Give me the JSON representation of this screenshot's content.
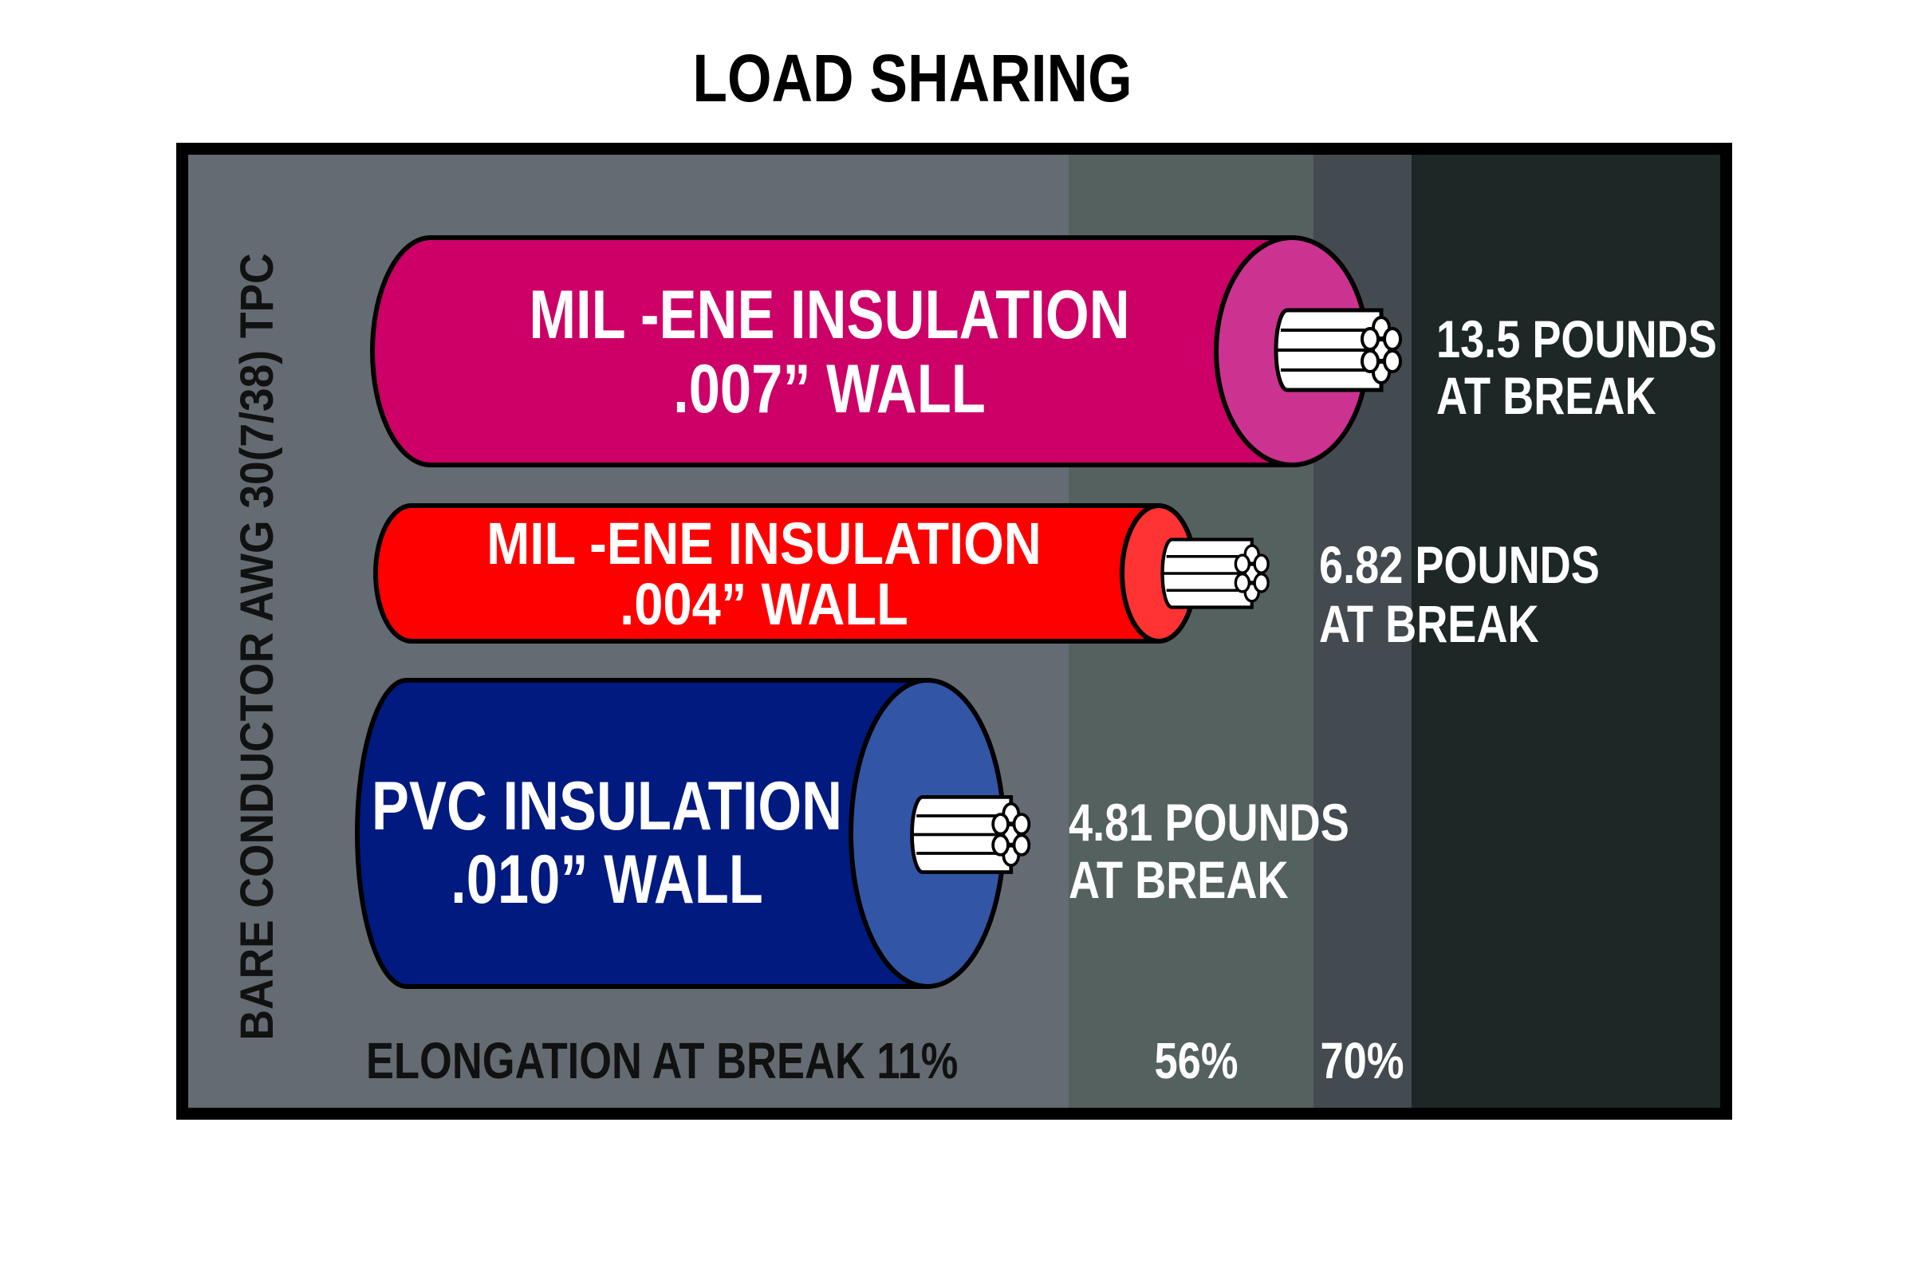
{
  "title": "LOAD SHARING",
  "side_label": "BARE CONDUCTOR AWG 30(7/38) TPC",
  "cables": [
    {
      "line1": "MIL -ENE INSULATION",
      "line2": ".007” WALL",
      "load_line1": "13.5 POUNDS",
      "load_line2": "AT BREAK",
      "body_color": "#cc0066",
      "end_color": "#cc3390"
    },
    {
      "line1": "MIL -ENE INSULATION",
      "line2": ".004” WALL",
      "load_line1": "6.82 POUNDS",
      "load_line2": "AT BREAK",
      "body_color": "#ff0000",
      "end_color": "#ff3333"
    },
    {
      "line1": "PVC INSULATION",
      "line2": ".010” WALL",
      "load_line1": "4.81 POUNDS",
      "load_line2": "AT BREAK",
      "body_color": "#001a80",
      "end_color": "#3355a6"
    }
  ],
  "elongation": {
    "label": "ELONGATION AT BREAK 11%",
    "mid": "56%",
    "high": "70%"
  },
  "band_colors": [
    "#646b72",
    "#55615f",
    "#434a50",
    "#1d2726"
  ]
}
